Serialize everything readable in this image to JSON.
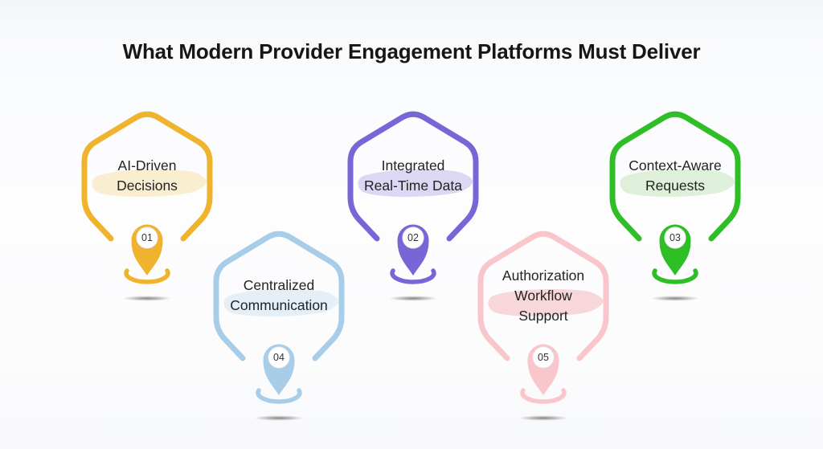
{
  "title": "What Modern Provider Engagement Platforms Must Deliver",
  "cards": [
    {
      "number": "01",
      "lines": [
        "AI-Driven",
        "Decisions"
      ],
      "color": "#EFB32D",
      "highlight": "#FAEED0"
    },
    {
      "number": "02",
      "lines": [
        "Integrated",
        "Real-Time Data"
      ],
      "color": "#7766D6",
      "highlight": "#DCD7F3"
    },
    {
      "number": "03",
      "lines": [
        "Context-Aware",
        "Requests"
      ],
      "color": "#2EBE26",
      "highlight": "#DEEFDA"
    },
    {
      "number": "04",
      "lines": [
        "Centralized",
        "Communication"
      ],
      "color": "#A8CDE9",
      "highlight": "#E4EFF8"
    },
    {
      "number": "05",
      "lines": [
        "Authorization",
        "Workflow",
        "Support"
      ],
      "color": "#F8C6CB",
      "highlight": "#F8D7DA"
    }
  ]
}
